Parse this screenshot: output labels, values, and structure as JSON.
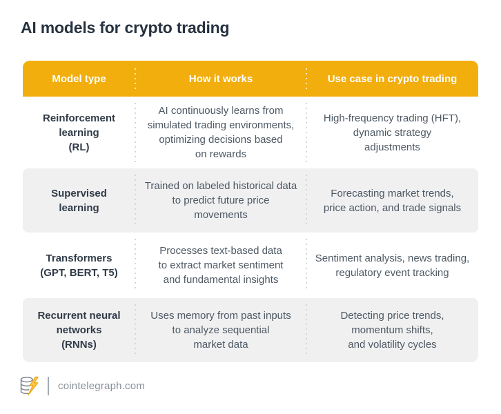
{
  "page": {
    "title": "AI models for crypto trading"
  },
  "colors": {
    "accent_yellow": "#F2AE0D",
    "title_text": "#263240",
    "model_text": "#303B47",
    "body_text": "#4D5863",
    "alt_row_bg": "#F0F0F1",
    "divider_dots": "#D3D5D8",
    "header_text": "#FFFFFF",
    "footer_text": "#868F99",
    "logo_coin_gray": "#7E868E",
    "logo_bolt_yellow": "#F2AE0D"
  },
  "chart_data": {
    "type": "table",
    "title": "AI models for crypto trading",
    "columns": [
      "Model type",
      "How it works",
      "Use case in crypto trading"
    ],
    "rows": [
      {
        "model": "Reinforcement\nlearning\n(RL)",
        "how": "AI continuously learns from\nsimulated trading environments,\noptimizing decisions based\non rewards",
        "use": "High-frequency trading (HFT),\ndynamic strategy\nadjustments"
      },
      {
        "model": "Supervised\nlearning",
        "how": "Trained on labeled historical data\nto predict future price\nmovements",
        "use": "Forecasting market trends,\nprice action, and trade signals"
      },
      {
        "model": "Transformers\n(GPT, BERT, T5)",
        "how": "Processes text-based data\nto extract market sentiment\nand fundamental insights",
        "use": "Sentiment analysis, news trading,\nregulatory event tracking"
      },
      {
        "model": "Recurrent neural\nnetworks\n(RNNs)",
        "how": "Uses memory from past inputs\nto analyze sequential\nmarket data",
        "use": "Detecting price trends,\nmomentum shifts,\nand volatility cycles"
      }
    ]
  },
  "footer": {
    "site": "cointelegraph.com",
    "logo": "cointelegraph-coin-stack-lightning-logo"
  }
}
